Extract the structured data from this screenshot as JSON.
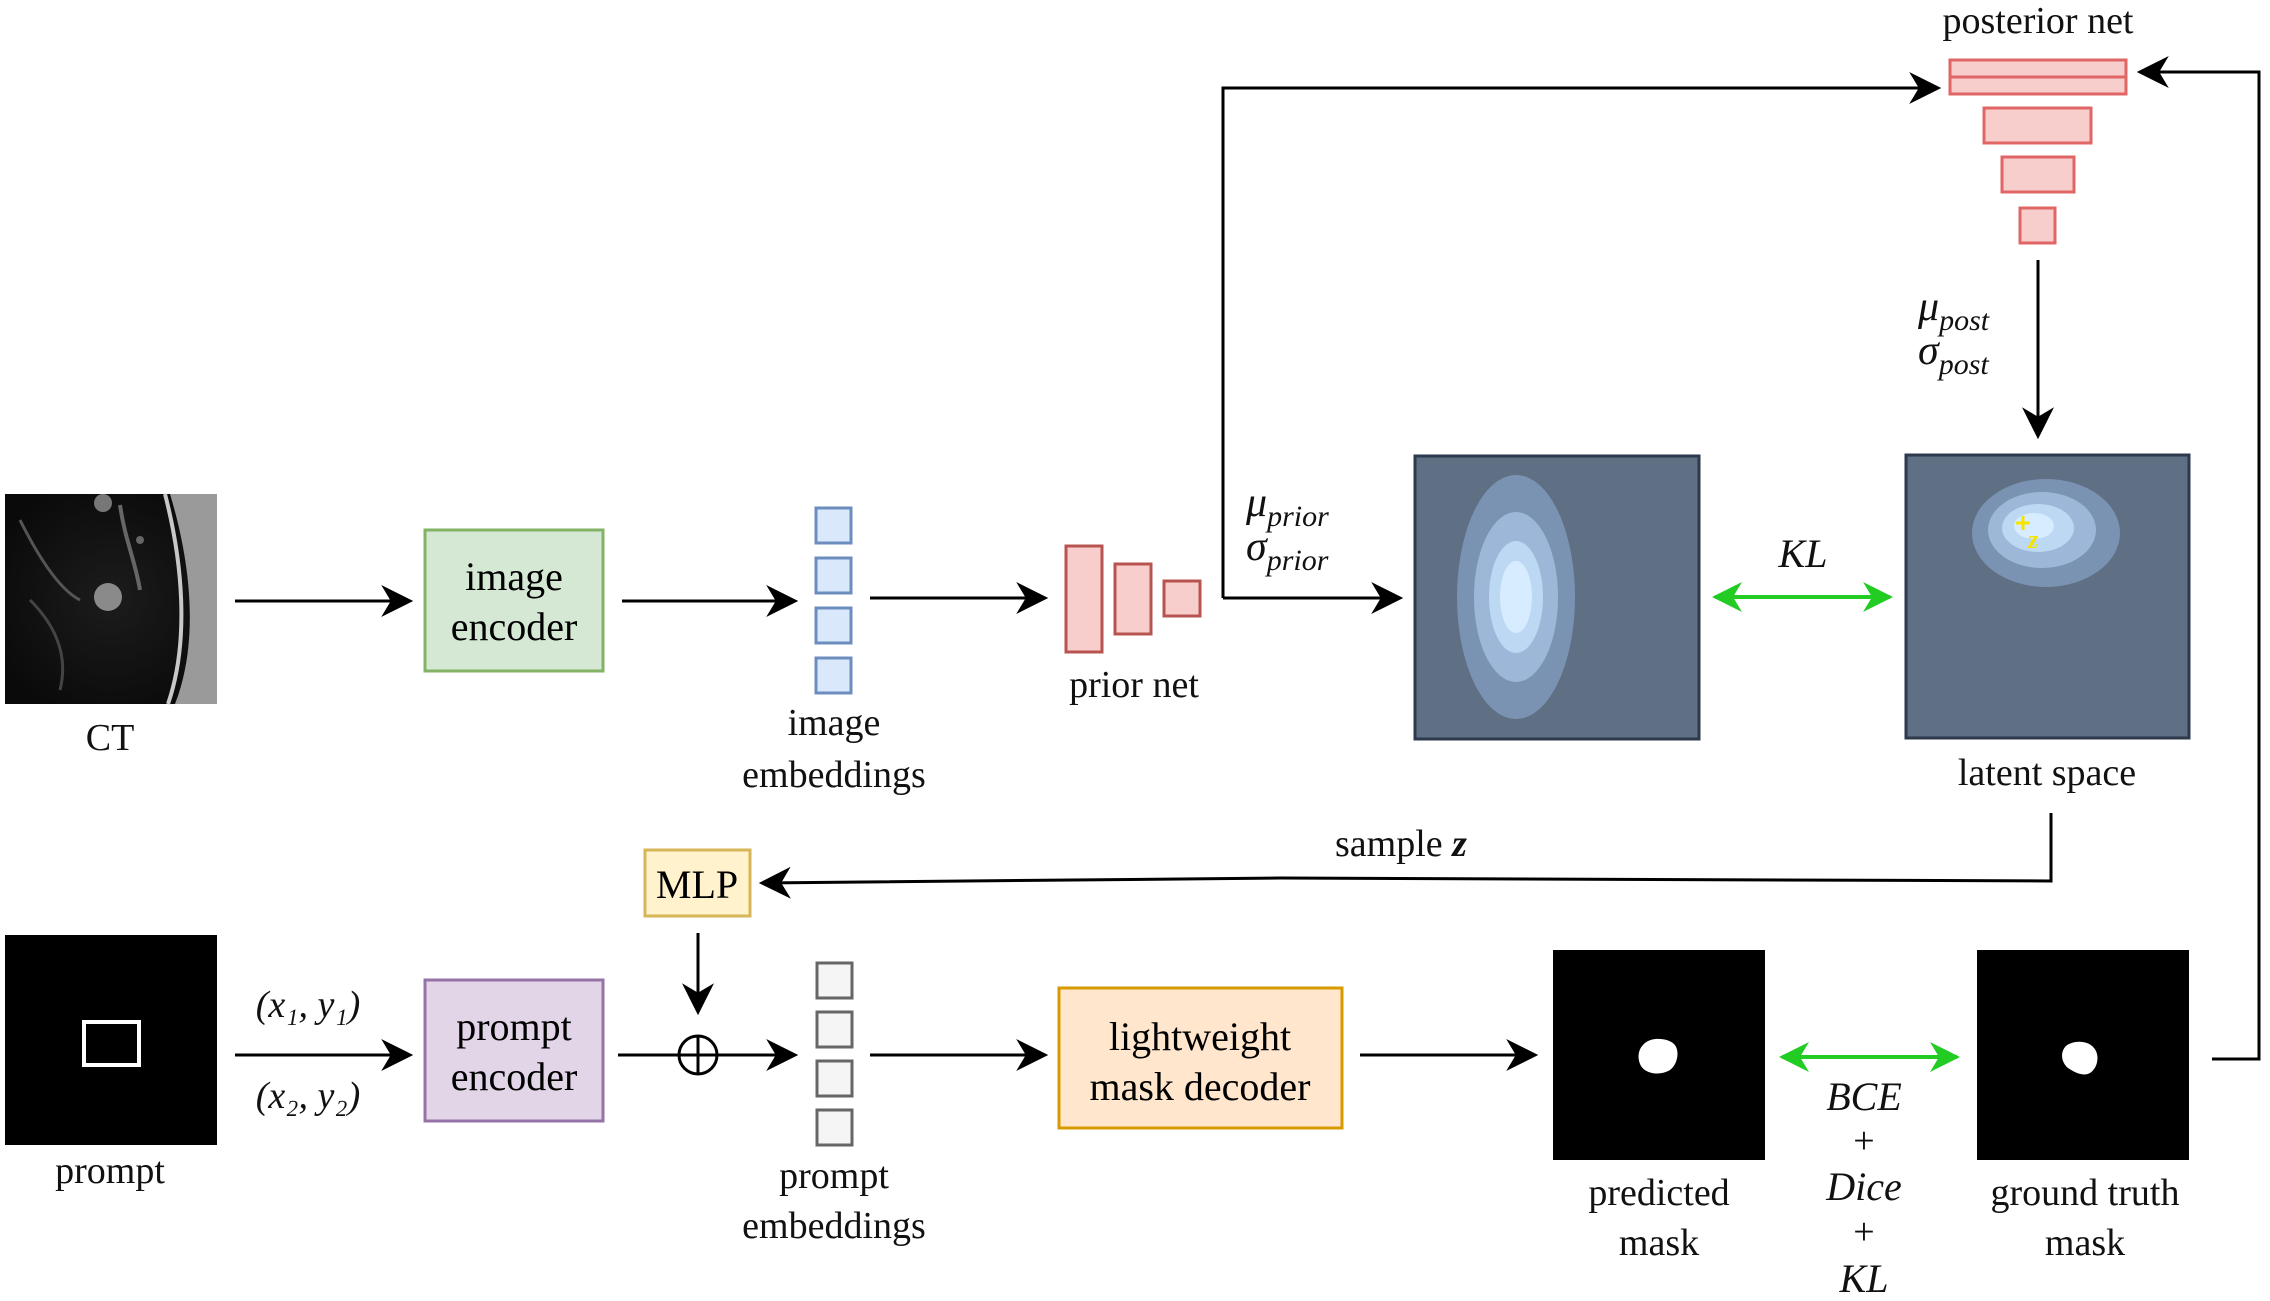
{
  "labels": {
    "ct": "CT",
    "prompt": "prompt",
    "image_encoder_line1": "image",
    "image_encoder_line2": "encoder",
    "image_embeddings_line1": "image",
    "image_embeddings_line2": "embeddings",
    "prior_net": "prior net",
    "posterior_net": "posterior net",
    "latent_space": "latent space",
    "sample_z": "sample",
    "z_symbol": "z",
    "mlp": "MLP",
    "prompt_encoder_line1": "prompt",
    "prompt_encoder_line2": "encoder",
    "prompt_embeddings_line1": "prompt",
    "prompt_embeddings_line2": "embeddings",
    "mask_decoder_line1": "lightweight",
    "mask_decoder_line2": "mask decoder",
    "predicted_mask_line1": "predicted",
    "predicted_mask_line2": "mask",
    "ground_truth_line1": "ground truth",
    "ground_truth_line2": "mask",
    "kl": "KL",
    "loss_bce": "BCE",
    "loss_plus1": "+",
    "loss_dice": "Dice",
    "loss_plus2": "+",
    "loss_kl": "KL"
  },
  "math": {
    "mu": "μ",
    "sigma": "σ",
    "prior_sub": "prior",
    "post_sub": "post",
    "coord1": "(x₁, y₁)",
    "coord2": "(x₂, y₂)",
    "oplus": "⊕"
  },
  "colors": {
    "image_encoder_fill": "#d5e8d4",
    "image_encoder_stroke": "#82b366",
    "embed_fill": "#dae8fc",
    "embed_stroke": "#6c8ebf",
    "net_fill": "#f8cecc",
    "net_stroke": "#b85450",
    "mlp_fill": "#fff2cc",
    "mlp_stroke": "#d6b656",
    "prompt_encoder_fill": "#e1d5e7",
    "prompt_encoder_stroke": "#9673a6",
    "prompt_embed_fill": "#f5f5f5",
    "prompt_embed_stroke": "#666666",
    "decoder_fill": "#ffe6cc",
    "decoder_stroke": "#d79b00",
    "latent_bg": "#5f6f84",
    "kl_arrow": "#22cc22",
    "arrow": "#000000"
  }
}
